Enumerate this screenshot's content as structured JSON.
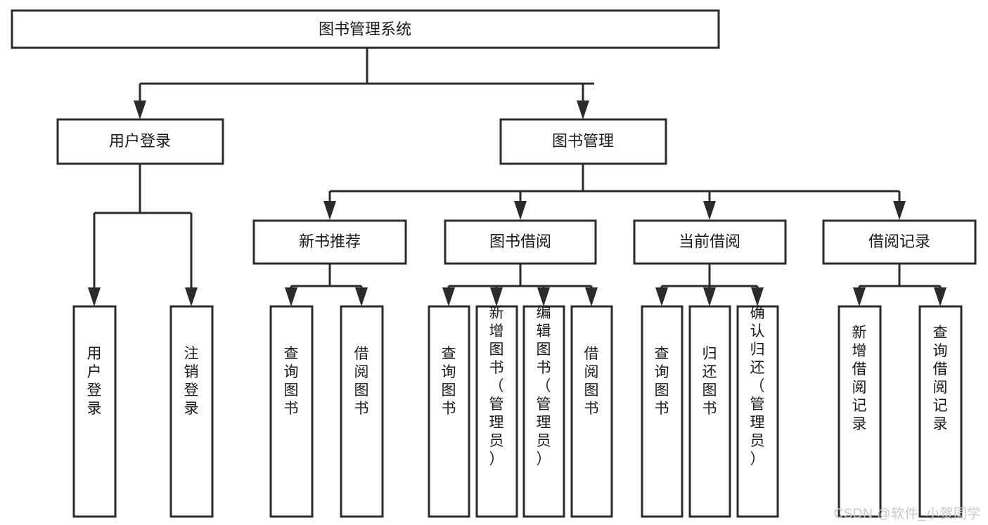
{
  "diagram": {
    "type": "tree",
    "title": "图书管理系统",
    "watermark": "CSDN @软件_小贺同学",
    "colors": {
      "stroke": "#2b2b2b",
      "node_fill": "#ffffff",
      "text": "#1a1a1a",
      "background": "#ffffff",
      "watermark": "#c9c9c9"
    },
    "root": {
      "label": "图书管理系统"
    },
    "level2": [
      {
        "label": "用户登录"
      },
      {
        "label": "图书管理"
      }
    ],
    "level3": [
      {
        "label": "新书推荐"
      },
      {
        "label": "图书借阅"
      },
      {
        "label": "当前借阅"
      },
      {
        "label": "借阅记录"
      }
    ],
    "leaves": {
      "user_login": [
        {
          "label": "用户登录"
        },
        {
          "label": "注销登录"
        }
      ],
      "new_book_recommend": [
        {
          "label": "查询图书"
        },
        {
          "label": "借阅图书"
        }
      ],
      "book_borrow": [
        {
          "label": "查询图书"
        },
        {
          "label": "新增图书（管理员）"
        },
        {
          "label": "编辑图书（管理员）"
        },
        {
          "label": "借阅图书"
        }
      ],
      "current_borrow": [
        {
          "label": "查询图书"
        },
        {
          "label": "归还图书"
        },
        {
          "label": "确认归还（管理员）"
        }
      ],
      "borrow_record": [
        {
          "label": "新增借阅记录"
        },
        {
          "label": "查询借阅记录"
        }
      ]
    }
  }
}
